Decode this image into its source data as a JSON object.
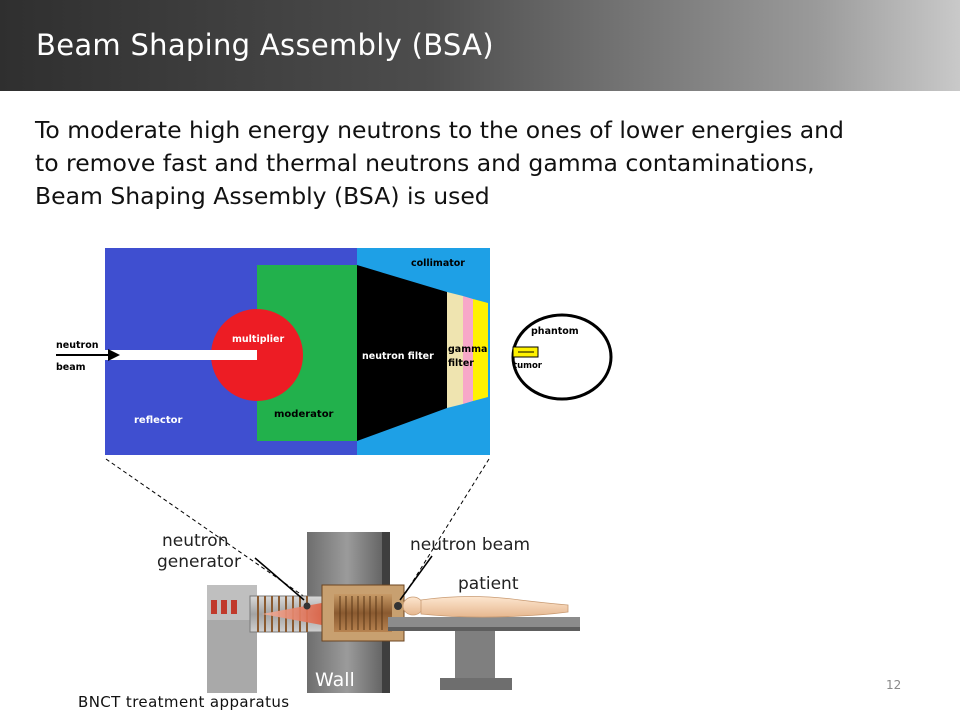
{
  "slide": {
    "title": "Beam Shaping Assembly (BSA)",
    "body_lines": [
      "To moderate high energy neutrons to the ones of lower energies and",
      "to remove fast and thermal neutrons and gamma contaminations,",
      "Beam Shaping Assembly (BSA) is used"
    ],
    "caption": "BNCT treatment apparatus",
    "page_number": "12"
  },
  "bsa_diagram": {
    "labels": {
      "neutron_beam_line1": "neutron",
      "neutron_beam_line2": "beam",
      "multiplier": "multiplier",
      "reflector": "reflector",
      "moderator": "moderator",
      "neutron_filter": "neutron filter",
      "collimator": "collimator",
      "gamma_filter_line1": "gamma",
      "gamma_filter_line2": "filter",
      "phantom": "phantom",
      "tumor": "tumor"
    },
    "colors": {
      "reflector": "#3f4fd0",
      "moderator": "#22b14c",
      "multiplier": "#ed1c24",
      "neutron_filter": "#000000",
      "collimator": "#1ea0e6",
      "gamma_filter_beige": "#efe4b0",
      "gamma_filter_pink": "#f7a8c8",
      "gamma_filter_yellow": "#fff200"
    }
  },
  "apparatus": {
    "labels": {
      "generator_line1": "neutron",
      "generator_line2": "generator",
      "neutron_beam": "neutron beam",
      "patient": "patient",
      "wall": "Wall"
    }
  }
}
